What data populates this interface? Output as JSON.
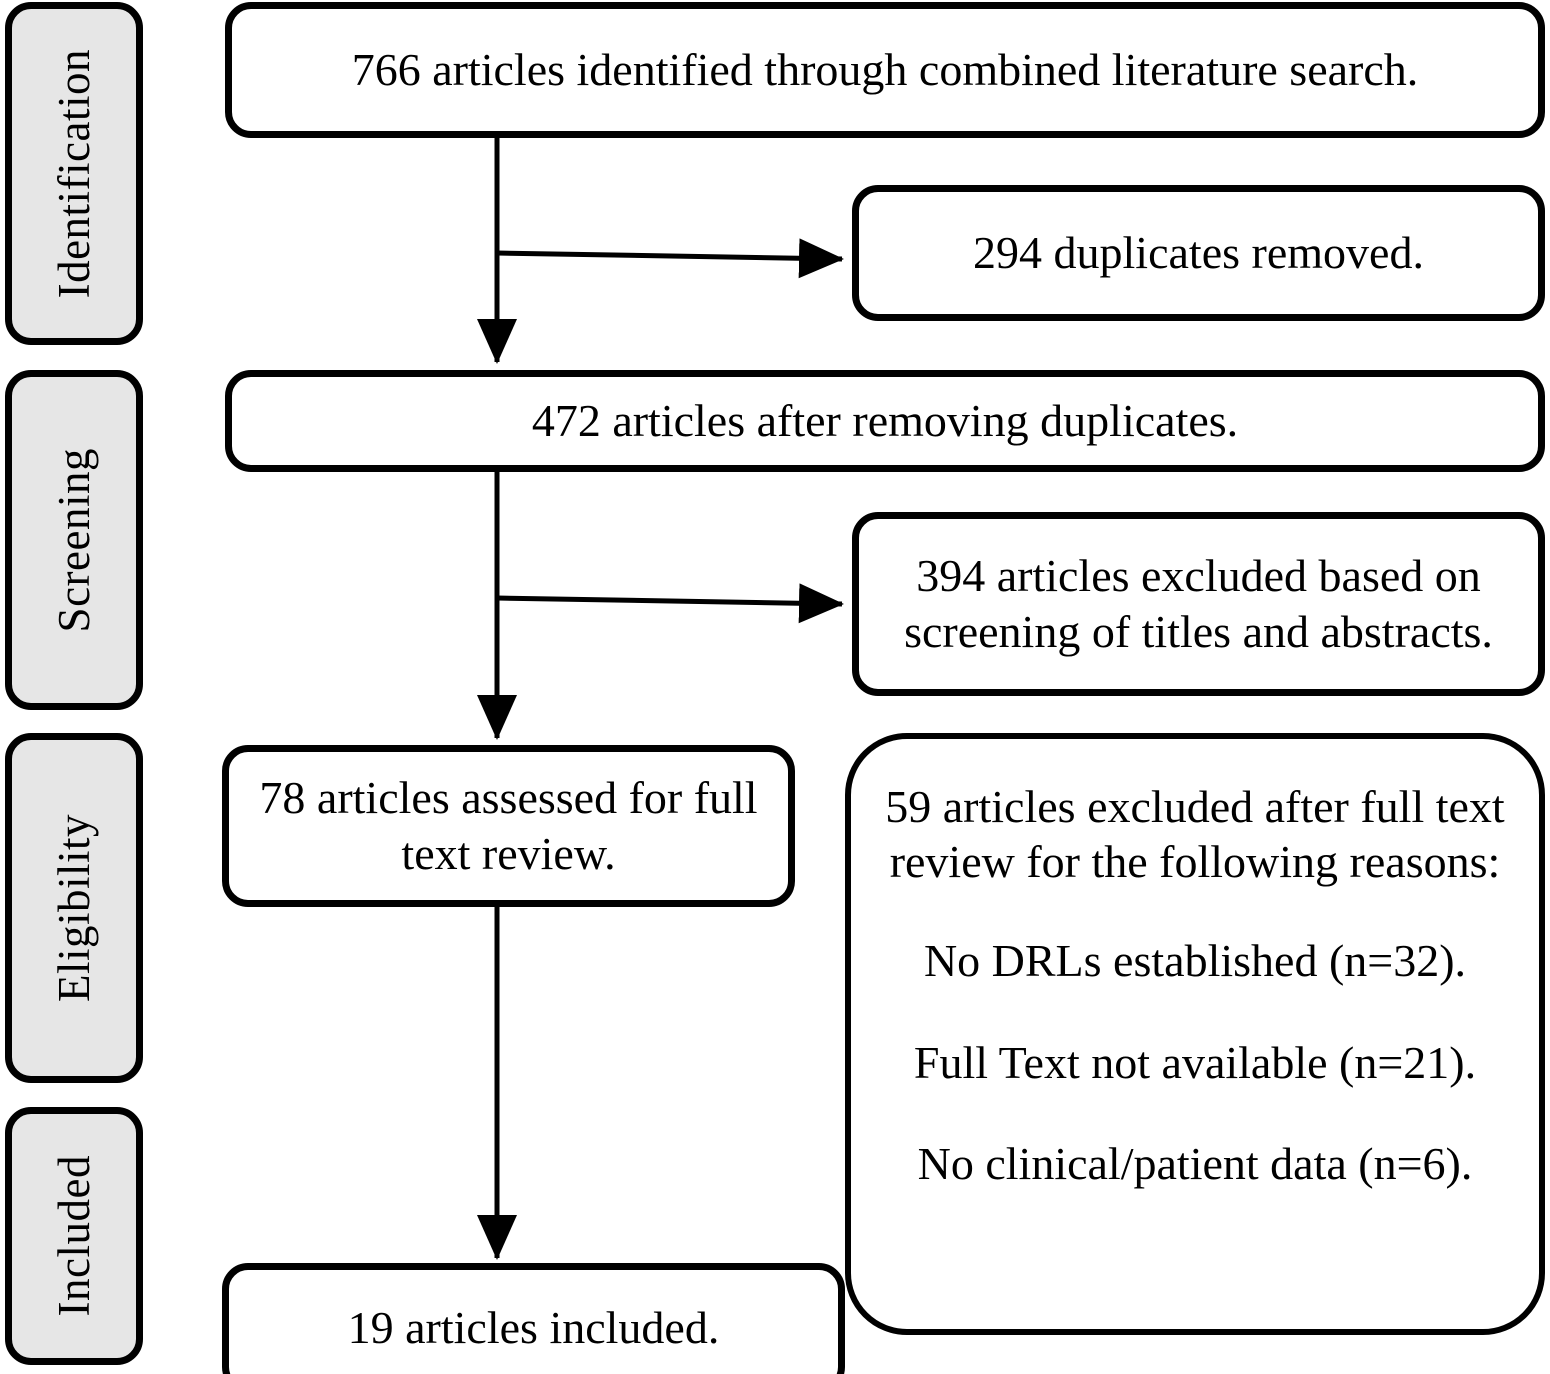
{
  "diagram": {
    "title": "PRISMA study selection flow diagram",
    "type": "prisma-flow",
    "stroke_color": "#000000",
    "stage_fill": "#e6e6e6",
    "box_fill": "#ffffff"
  },
  "stages": [
    {
      "id": "identification",
      "label": "Identification"
    },
    {
      "id": "screening",
      "label": "Screening"
    },
    {
      "id": "eligibility",
      "label": "Eligibility"
    },
    {
      "id": "included",
      "label": "Included"
    }
  ],
  "nodes": {
    "identified": {
      "text": "766 articles identified through combined literature search.",
      "count": 766
    },
    "duplicates_removed": {
      "text": "294 duplicates removed.",
      "count": 294
    },
    "after_duplicates": {
      "text": "472 articles after removing duplicates.",
      "count": 472
    },
    "screened_excluded": {
      "text": "394 articles excluded based on screening of titles and abstracts.",
      "count": 394
    },
    "full_text_assessed": {
      "text": "78 articles assessed for full text review.",
      "count": 78
    },
    "full_text_excluded": {
      "heading": "59 articles excluded after full text review for the following reasons:",
      "count": 59,
      "reasons": [
        {
          "label": "No DRLs established (n=32).",
          "n": 32
        },
        {
          "label": "Full Text not available (n=21).",
          "n": 21
        },
        {
          "label": "No clinical/patient data (n=6).",
          "n": 6
        }
      ]
    },
    "included": {
      "text": "19 articles included.",
      "count": 19
    }
  },
  "edges": [
    {
      "from": "identified",
      "to": "after_duplicates",
      "kind": "vertical-arrow"
    },
    {
      "from": "identified",
      "to": "duplicates_removed",
      "kind": "branch-arrow"
    },
    {
      "from": "after_duplicates",
      "to": "full_text_assessed",
      "kind": "vertical-arrow"
    },
    {
      "from": "after_duplicates",
      "to": "screened_excluded",
      "kind": "branch-arrow"
    },
    {
      "from": "full_text_assessed",
      "to": "included",
      "kind": "vertical-arrow"
    }
  ]
}
